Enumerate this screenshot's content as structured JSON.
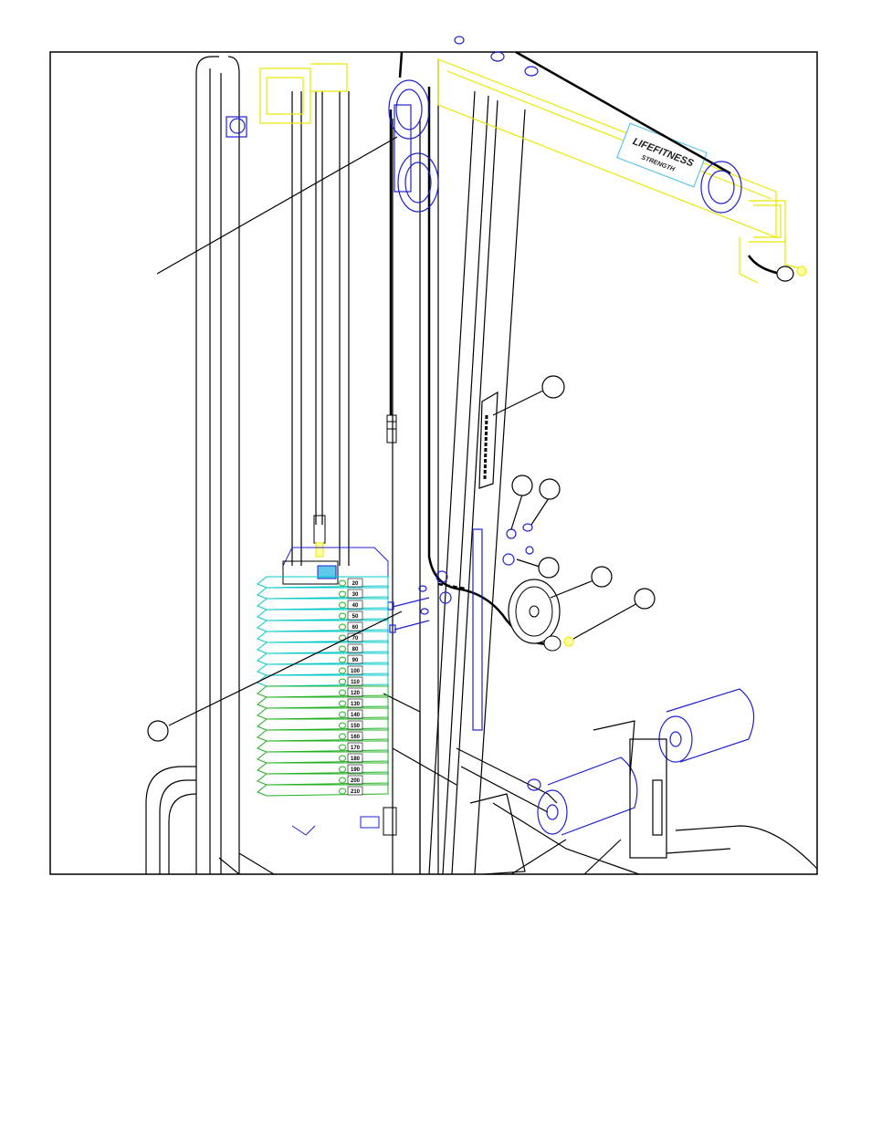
{
  "drawing": {
    "brand_text": "LIFEFITNESS",
    "brand_subtext": "STRENGTH",
    "weight_labels": [
      "20",
      "30",
      "40",
      "50",
      "60",
      "70",
      "80",
      "90",
      "100",
      "110",
      "120",
      "130",
      "140",
      "150",
      "160",
      "170",
      "180",
      "190",
      "200",
      "210"
    ],
    "callouts": [
      "",
      "",
      "",
      "",
      "",
      "",
      ""
    ]
  },
  "colors": {
    "frame_line": "#000000",
    "yellow_arm": "#e8e800",
    "blue_parts": "#2020d0",
    "cyan_plates": "#00c8c8",
    "green_plates": "#20b020",
    "label_box": "#60c8e8"
  }
}
